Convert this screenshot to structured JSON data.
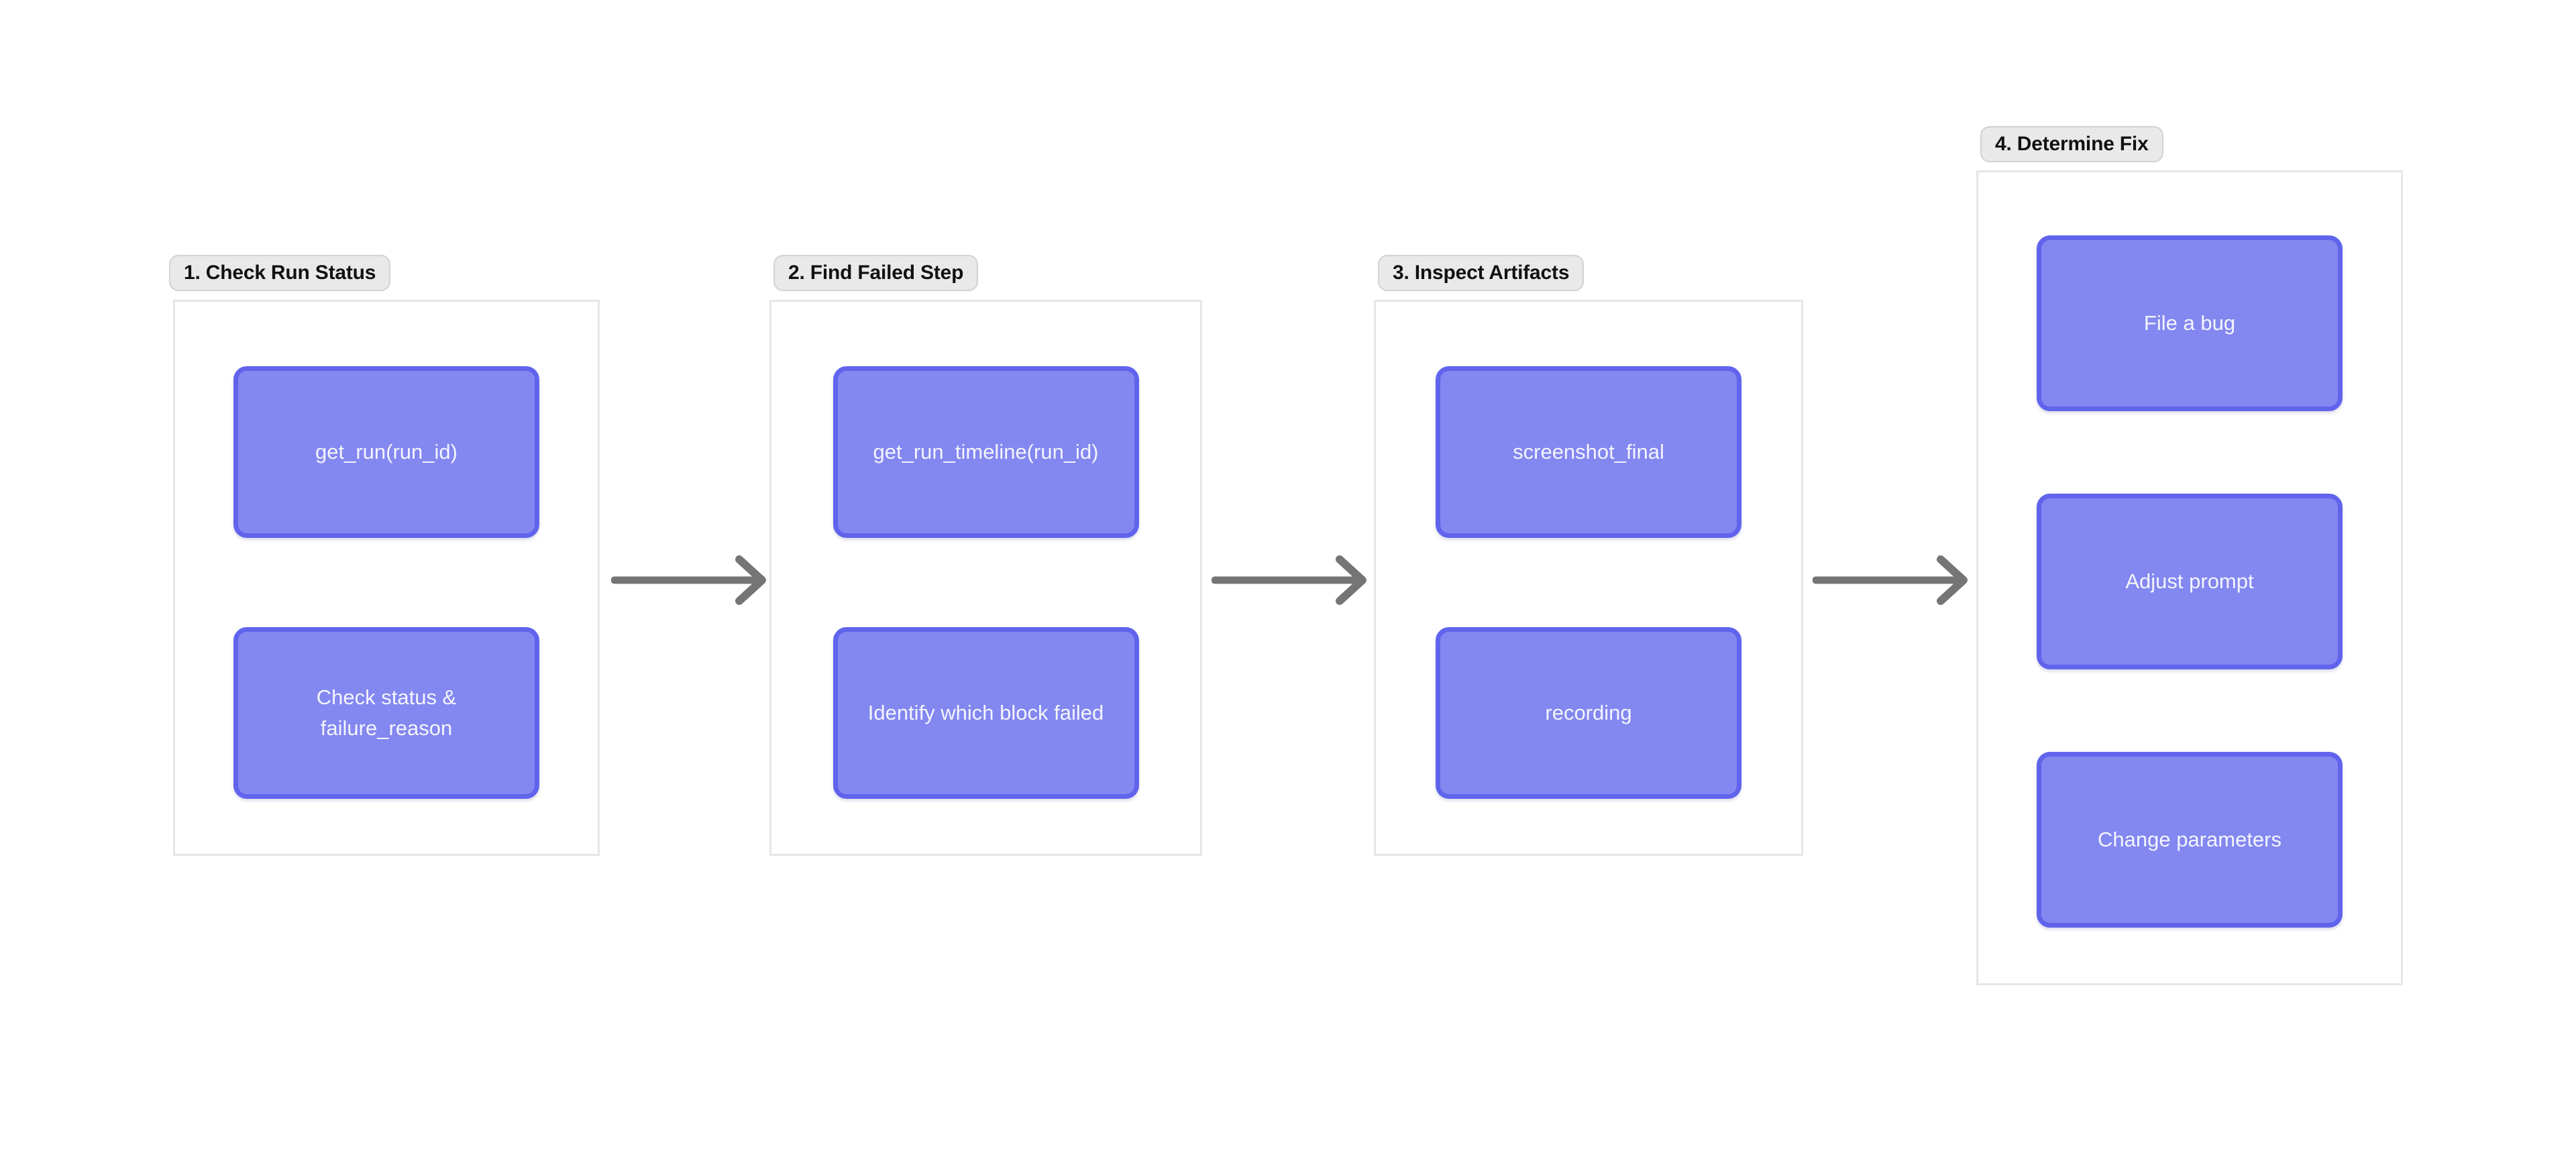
{
  "diagram": {
    "type": "flowchart",
    "canvas_bg": "#ffffff",
    "colors": {
      "node_fill": "#8387f0",
      "node_border": "#6064ec",
      "node_text": "#f4f5fd",
      "group_frame_border": "#e6e6e6",
      "label_bg": "#e9e9e9",
      "label_border": "#d2d2d2",
      "label_text": "#111111",
      "arrow": "#757575"
    },
    "groups": [
      {
        "label": "1. Check Run Status",
        "nodes": [
          {
            "label": "get_run(run_id)"
          },
          {
            "label": "Check status & failure_reason"
          }
        ]
      },
      {
        "label": "2. Find Failed Step",
        "nodes": [
          {
            "label": "get_run_timeline(run_id)"
          },
          {
            "label": "Identify which block failed"
          }
        ]
      },
      {
        "label": "3. Inspect Artifacts",
        "nodes": [
          {
            "label": "screenshot_final"
          },
          {
            "label": "recording"
          }
        ]
      },
      {
        "label": "4. Determine Fix",
        "nodes": [
          {
            "label": "File a bug"
          },
          {
            "label": "Adjust prompt"
          },
          {
            "label": "Change parameters"
          }
        ]
      }
    ],
    "arrows": [
      {
        "from": "1. Check Run Status",
        "to": "2. Find Failed Step"
      },
      {
        "from": "2. Find Failed Step",
        "to": "3. Inspect Artifacts"
      },
      {
        "from": "3. Inspect Artifacts",
        "to": "4. Determine Fix"
      }
    ]
  }
}
